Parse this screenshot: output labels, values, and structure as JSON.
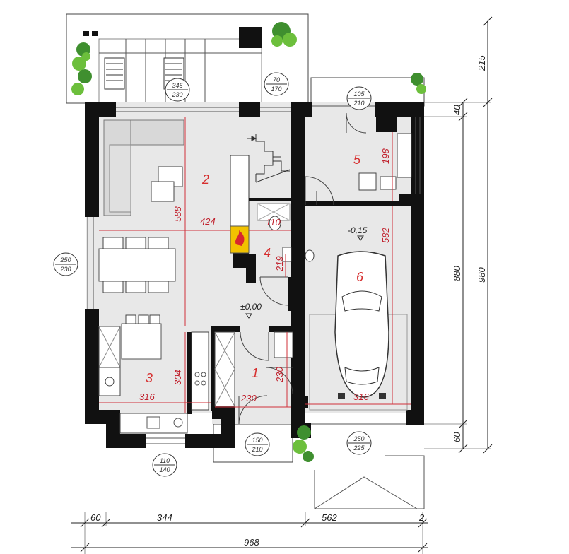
{
  "rooms": [
    {
      "id": "2"
    },
    {
      "id": "3"
    },
    {
      "id": "1"
    },
    {
      "id": "4"
    },
    {
      "id": "5"
    },
    {
      "id": "6"
    }
  ],
  "room_labels": {
    "r1": "1",
    "r2": "2",
    "r3": "3",
    "r4": "4",
    "r5": "5",
    "r6": "6"
  },
  "level_labels": {
    "main": "±0,00",
    "garage": "-0,15"
  },
  "inner_dims": {
    "living_width": "424",
    "living_height": "588",
    "kitchen_width": "316",
    "kitchen_height": "304",
    "hall_width": "230",
    "hall_height": "230",
    "wc_width": "110",
    "wc_height": "219",
    "boiler_height": "198",
    "garage_width": "316",
    "garage_height": "582"
  },
  "openings": {
    "terrace_door": {
      "w": "345",
      "h": "230"
    },
    "top_window": {
      "w": "70",
      "h": "170"
    },
    "boiler_door": {
      "w": "105",
      "h": "210"
    },
    "living_window": {
      "w": "250",
      "h": "230"
    },
    "kitchen_window": {
      "w": "110",
      "h": "140"
    },
    "entrance_door": {
      "w": "150",
      "h": "210"
    },
    "garage_door": {
      "w": "250",
      "h": "225"
    }
  },
  "outer_dims": {
    "right": [
      "215",
      "40",
      "880",
      "980",
      "60"
    ],
    "bottom_segments": [
      "60",
      "344",
      "562",
      "2"
    ],
    "bottom_total": "968"
  },
  "icons": [
    "fireplace-icon",
    "plant-icon",
    "car-icon",
    "stairs-icon",
    "cooktop-icon",
    "sink-icon",
    "toilet-icon"
  ],
  "colors": {
    "walls": "#111111",
    "floor": "#e8e8e8",
    "dimension_red": "#c0202c",
    "fireplace": "#f2c200"
  }
}
